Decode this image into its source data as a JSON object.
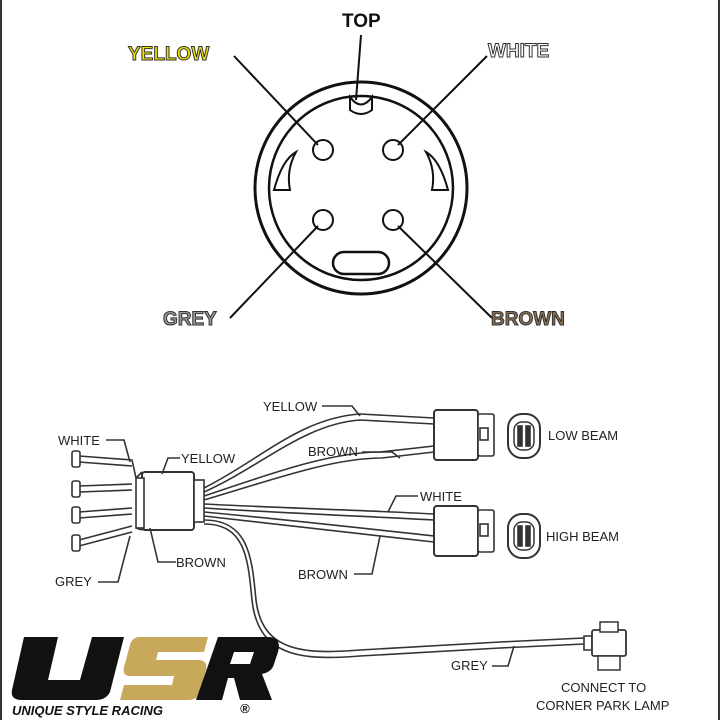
{
  "connector": {
    "top": "TOP",
    "yellow": "YELLOW",
    "white": "WHITE",
    "grey": "GREY",
    "brown": "BROWN"
  },
  "harness": {
    "yellow_top": "YELLOW",
    "white_left": "WHITE",
    "yellow_left": "YELLOW",
    "brown_mid": "BROWN",
    "brown_left": "BROWN",
    "grey_left": "GREY",
    "white_mid": "WHITE",
    "brown_low": "BROWN",
    "grey_bottom": "GREY",
    "low_beam": "LOW BEAM",
    "high_beam": "HIGH BEAM",
    "connect_line1": "CONNECT TO",
    "connect_line2": "CORNER PARK LAMP"
  },
  "logo": {
    "text": "UNIQUE STYLE RACING",
    "registered": "®"
  },
  "colors": {
    "yellow": "#f2e200",
    "white": "#ffffff",
    "grey": "#9a9a9a",
    "brown": "#8a7050",
    "logo_gold": "#c8a85a"
  }
}
